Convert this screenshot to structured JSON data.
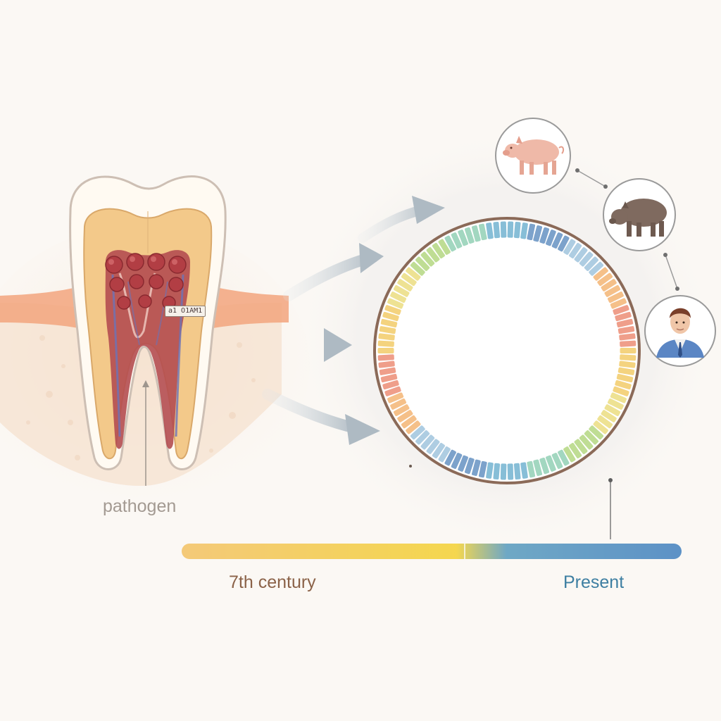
{
  "labels": {
    "pathogen": "pathogen",
    "timeline_start": "7th century",
    "timeline_end": "Present",
    "tooth_tag": "a1 O1AM1"
  },
  "timeline": {
    "gradient": [
      "#f3c46b",
      "#f4d33c",
      "#5f9fc0",
      "#4b86c1"
    ]
  },
  "genome_ring": {
    "colors": [
      "#f0c34f",
      "#e8d86a",
      "#a7d06b",
      "#7fc8a8",
      "#5aa6c9",
      "#4a7fb8",
      "#8fbad8",
      "#f2a85c",
      "#e97a5e"
    ]
  },
  "hosts": [
    {
      "name": "pig",
      "icon": "pig-icon"
    },
    {
      "name": "boar",
      "icon": "boar-icon"
    },
    {
      "name": "human",
      "icon": "person-icon"
    }
  ],
  "colors": {
    "gum": "#f2a57e",
    "pulp": "#b44c50",
    "dentin": "#f3c98a",
    "enamel": "#fffaf2",
    "arrow": "#b7c3cb",
    "outline_brown": "#7b5a45"
  }
}
